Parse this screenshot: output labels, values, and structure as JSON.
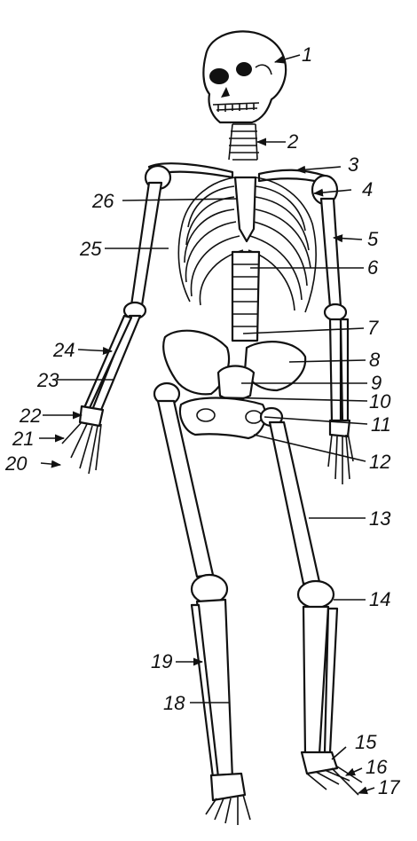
{
  "labels": [
    "1",
    "2",
    "3",
    "4",
    "5",
    "6",
    "7",
    "8",
    "9",
    "10",
    "11",
    "12",
    "13",
    "14",
    "15",
    "16",
    "17",
    "18",
    "19",
    "20",
    "21",
    "22",
    "23",
    "24",
    "25",
    "26"
  ]
}
